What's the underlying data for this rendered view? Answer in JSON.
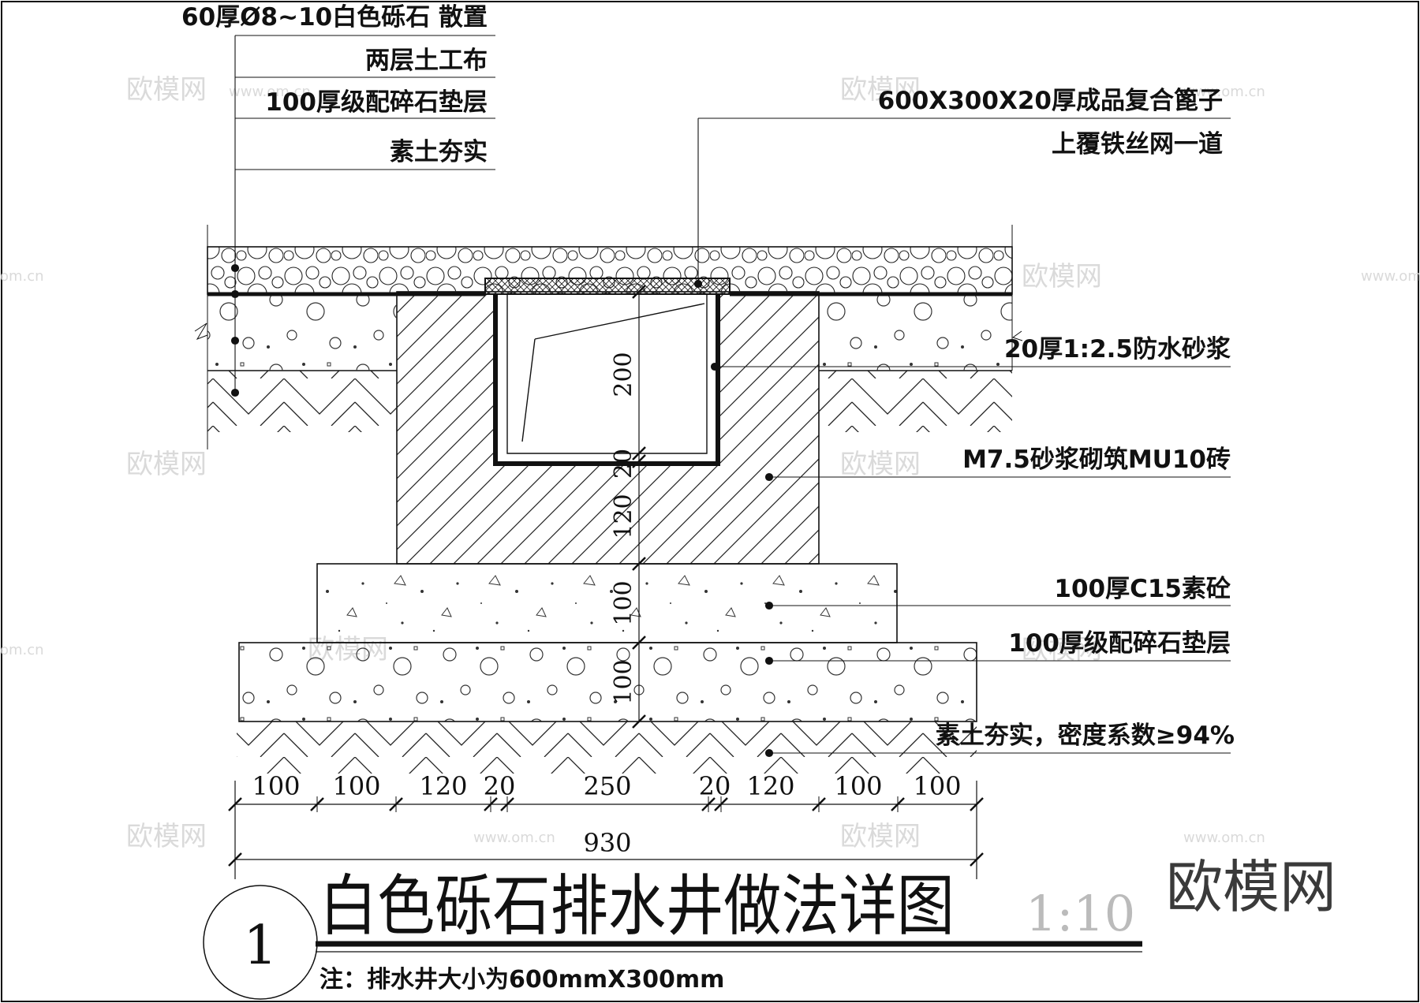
{
  "labels_left": [
    "60厚Ø8~10白色砾石 散置",
    "两层土工布",
    "100厚级配碎石垫层",
    "素土夯实"
  ],
  "labels_right": [
    "600X300X20厚成品复合篦子",
    "上覆铁丝网一道",
    "20厚1:2.5防水砂浆",
    "M7.5砂浆砌筑MU10砖",
    "100厚C15素砼",
    "100厚级配碎石垫层",
    "素土夯实，密度系数≥94%"
  ],
  "vertical_dims": [
    "200",
    "20",
    "120",
    "100",
    "100"
  ],
  "horizontal_dims": [
    "100",
    "100",
    "120",
    "20",
    "250",
    "20",
    "120",
    "100",
    "100"
  ],
  "total_dim": "930",
  "title": {
    "number": "1",
    "text": "白色砾石排水井做法详图",
    "scale": "1:10",
    "note": "注：排水井大小为600mmX300mm"
  },
  "watermarks": {
    "logo": "欧模网",
    "url": "www.om.cn",
    "url_short": "om.cn"
  },
  "brand": "欧模网",
  "colors": {
    "line": "#111111",
    "background": "#ffffff",
    "watermark": "#d6d6d6"
  }
}
